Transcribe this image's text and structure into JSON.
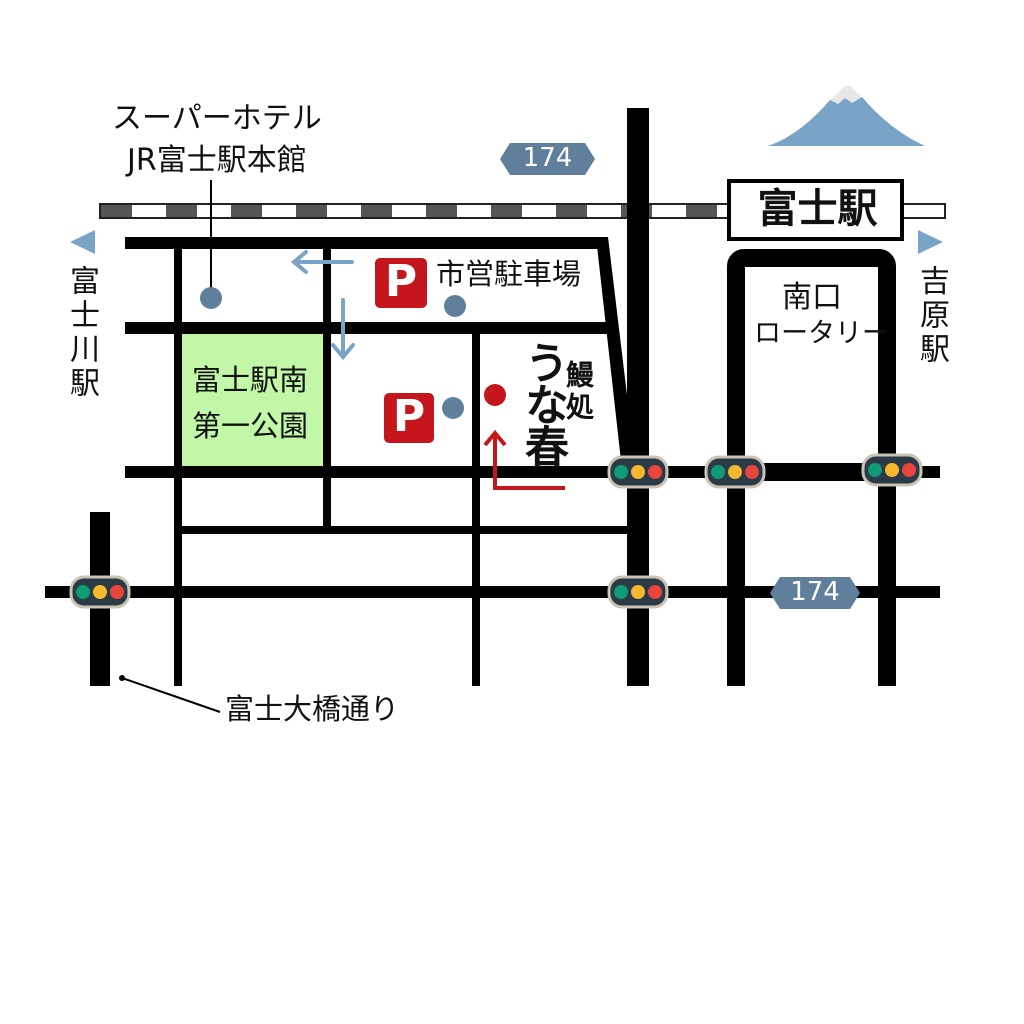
{
  "colors": {
    "road": "#000000",
    "park": "#c2f7a8",
    "route_sign": "#5f7f9a",
    "arrow_blue": "#7aa3c8",
    "dot": "#5f7f9a",
    "red": "#c4161c",
    "rail_dark": "#555555"
  },
  "labels": {
    "hotel_line1": "スーパーホテル",
    "hotel_line2": "JR富士駅本館",
    "route_top": "174",
    "route_bottom": "174",
    "station": "富士駅",
    "municipal_parking": "市営駐車場",
    "parking_symbol": "P",
    "park_line1": "富士駅南",
    "park_line2": "第一公園",
    "rotary_line1": "南口",
    "rotary_line2": "ロータリー",
    "west_station": "富士川駅",
    "east_station": "吉原駅",
    "street": "富士大橋通り",
    "shop_name": "うな春",
    "shop_type": "鰻処"
  }
}
